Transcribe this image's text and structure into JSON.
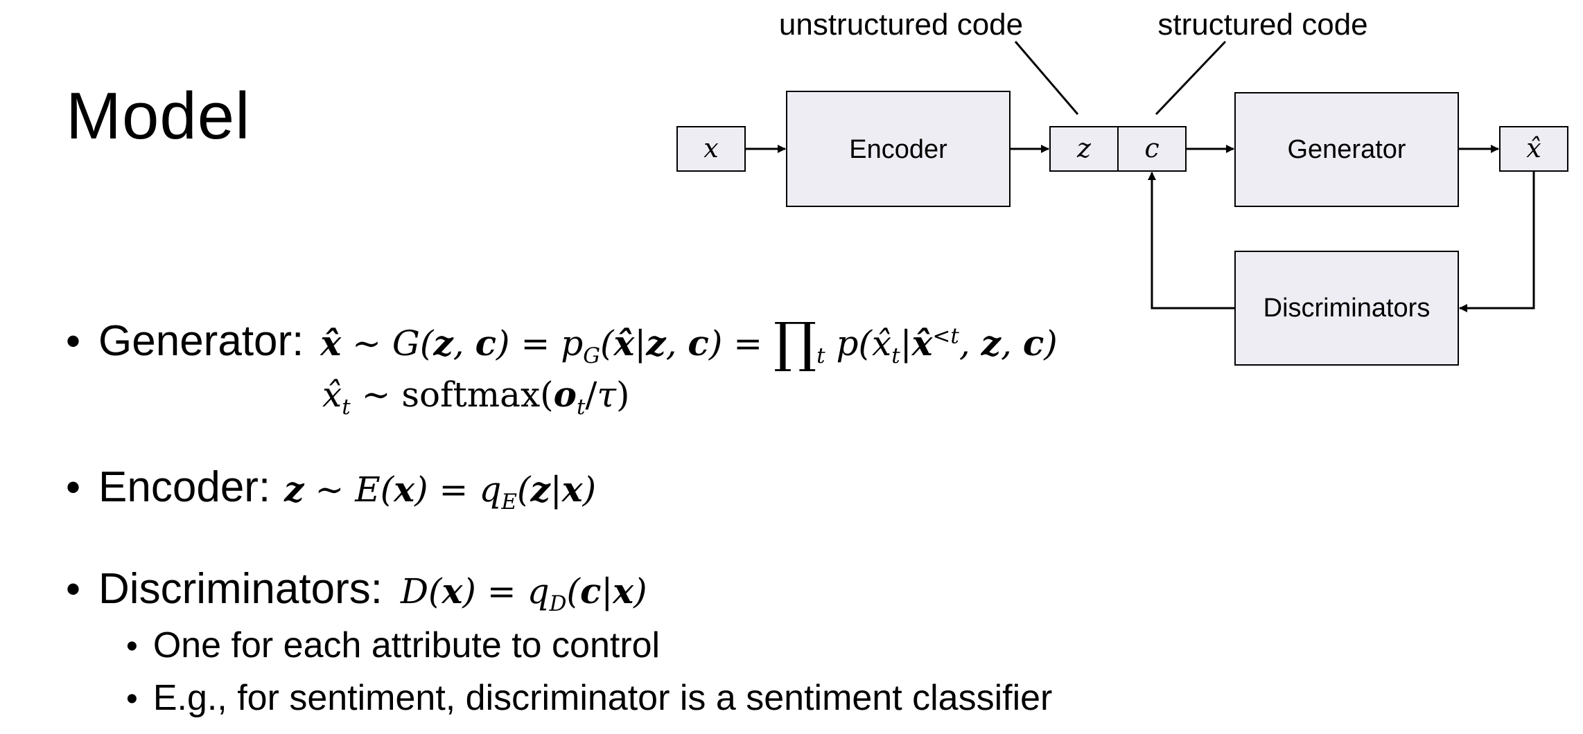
{
  "slide": {
    "title": "Model"
  },
  "diagram": {
    "top_labels": {
      "unstructured": "unstructured code",
      "structured": "structured code"
    },
    "nodes": {
      "x": "x",
      "encoder": "Encoder",
      "z": "z",
      "c": "c",
      "generator": "Generator",
      "xhat": "x̂",
      "discriminators": "Discriminators"
    }
  },
  "bullets": {
    "generator_label": "Generator:",
    "generator_formula_1": "x̂ ~ G(z, c) = p_G(x̂|z, c) = ∏_t p(x̂_t|x̂^{<t}, z, c)",
    "generator_formula_2": "x̂_t ~ softmax(o_t/τ)",
    "encoder_label": "Encoder:",
    "encoder_formula": "z ~ E(x) = q_E(z|x)",
    "discriminators_label": "Discriminators:",
    "discriminators_formula": "D(x) = q_D(c|x)",
    "sub_bullets": [
      "One for each attribute to control",
      "E.g., for sentiment, discriminator is a sentiment classifier"
    ]
  }
}
